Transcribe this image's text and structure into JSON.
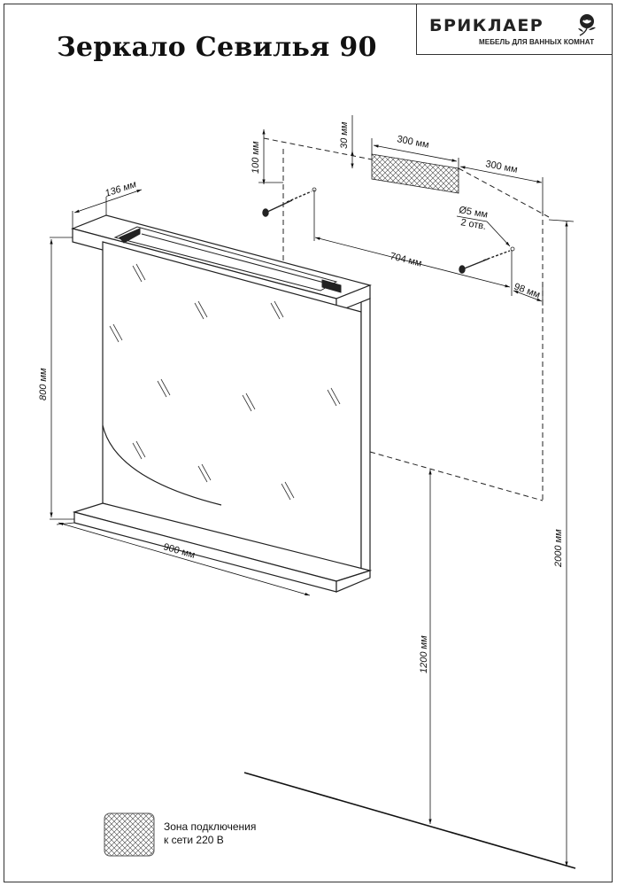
{
  "title": "Зеркало Севилья 90",
  "brand": {
    "name": "БРИКЛАЕР",
    "subtitle": "МЕБЕЛЬ ДЛЯ ВАННЫХ КОМНАТ"
  },
  "dimensions": {
    "depth": "136 мм",
    "height": "800 мм",
    "width": "900 мм",
    "hole_offset_v": "100 мм",
    "socket_offset_v": "30 мм",
    "socket_width": "300 мм",
    "socket_offset_h": "300 мм",
    "hole_span": "704 мм",
    "hole_edge": "98 мм",
    "hole_diameter": "Ø5 мм",
    "hole_count": "2 отв.",
    "install_height": "1200 мм",
    "total_height": "2000 мм"
  },
  "legend": {
    "line1": "Зона подключения",
    "line2": "к сети 220 В"
  },
  "colors": {
    "line": "#222222",
    "background": "#ffffff"
  }
}
